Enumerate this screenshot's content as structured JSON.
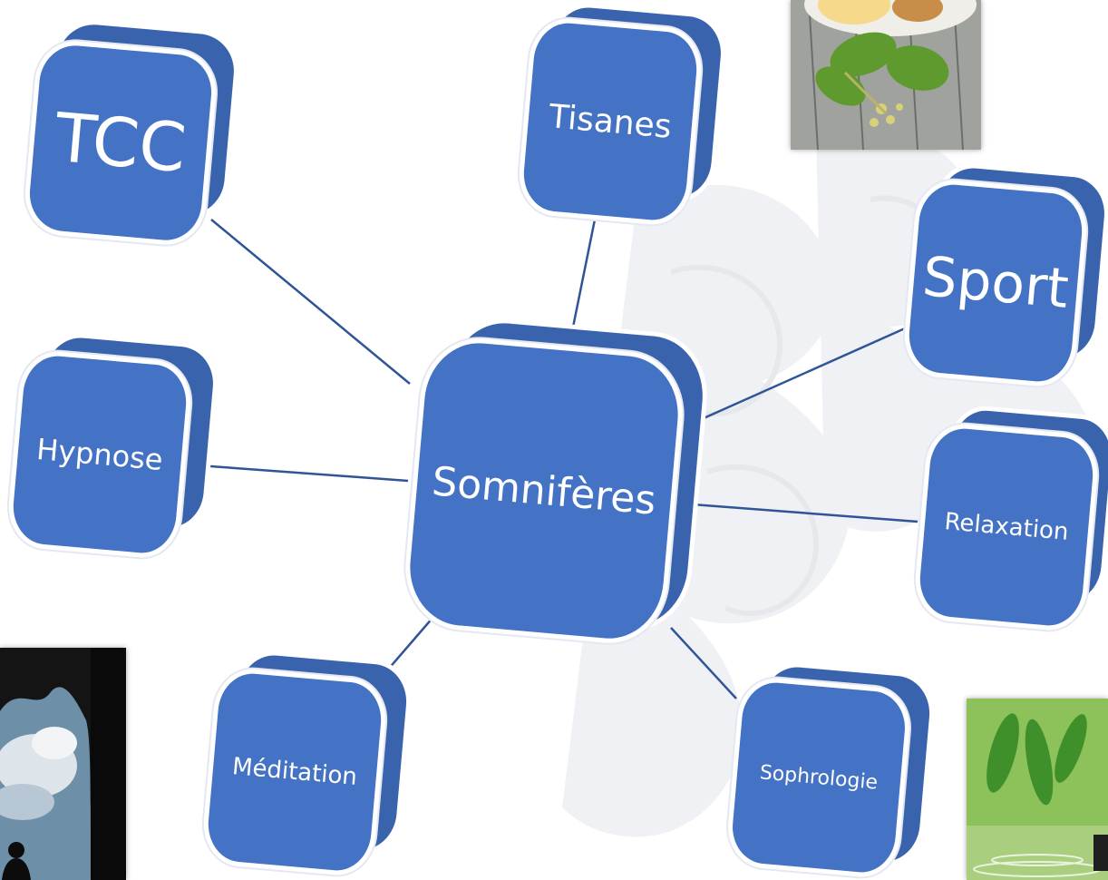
{
  "diagram": {
    "center": {
      "label": "Somnifères"
    },
    "nodes": [
      {
        "id": "tcc",
        "label": "TCC"
      },
      {
        "id": "tisanes",
        "label": "Tisanes"
      },
      {
        "id": "sport",
        "label": "Sport"
      },
      {
        "id": "hypnose",
        "label": "Hypnose"
      },
      {
        "id": "relaxation",
        "label": "Relaxation"
      },
      {
        "id": "meditation",
        "label": "Méditation"
      },
      {
        "id": "sophrologie",
        "label": "Sophrologie"
      }
    ],
    "colors": {
      "box_front": "#4472c4",
      "box_side": "#3a63ae",
      "box_border": "#ffffff",
      "connector": "#2f5597"
    }
  },
  "images": [
    {
      "name": "photo-herbal-tea",
      "description": "herbal tea cup with linden leaves on wooden table"
    },
    {
      "name": "photo-meditation",
      "description": "silhouette meditating under an arch with cloudy sky"
    },
    {
      "name": "photo-green-leaves",
      "description": "green leaves above water"
    }
  ]
}
